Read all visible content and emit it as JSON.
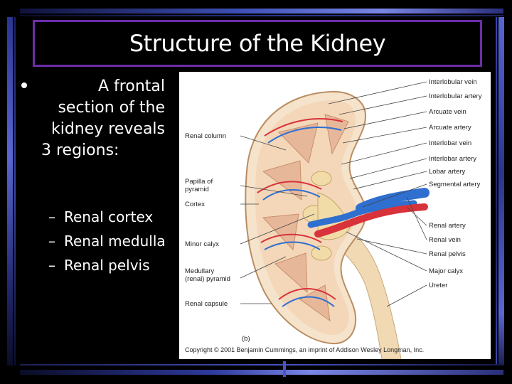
{
  "slide": {
    "title": "Structure of the Kidney",
    "bullet": {
      "lines": [
        "A frontal",
        "section of the",
        "kidney reveals",
        "3 regions:"
      ]
    },
    "sub_bullets": [
      {
        "dash": "–",
        "label": "Renal cortex"
      },
      {
        "dash": "–",
        "label": "Renal medulla"
      },
      {
        "dash": "–",
        "label": "Renal pelvis"
      }
    ]
  },
  "figure": {
    "left_labels": [
      "Renal column",
      "Papilla of",
      "pyramid",
      "Cortex",
      "Minor calyx",
      "Medullary",
      "(renal) pyramid",
      "Renal capsule"
    ],
    "right_labels": [
      "Interlobular vein",
      "Interlobular artery",
      "Arcuate vein",
      "Arcuate artery",
      "Interlobar vein",
      "Interlobar artery",
      "Lobar artery",
      "Segmental artery",
      "Renal artery",
      "Renal vein",
      "Renal pelvis",
      "Major calyx",
      "Ureter"
    ],
    "panel_letter": "(b)",
    "copyright": "Copyright © 2001 Benjamin Cummings, an imprint of Addison Wesley Longman, Inc."
  },
  "colors": {
    "title_border": "#6d2ca8",
    "rail_blue": "#3d4fb5",
    "artery_red": "#d8323a",
    "vein_blue": "#2e6fd0",
    "cortex": "#f3d7b8",
    "medulla": "#e9c8a5"
  }
}
